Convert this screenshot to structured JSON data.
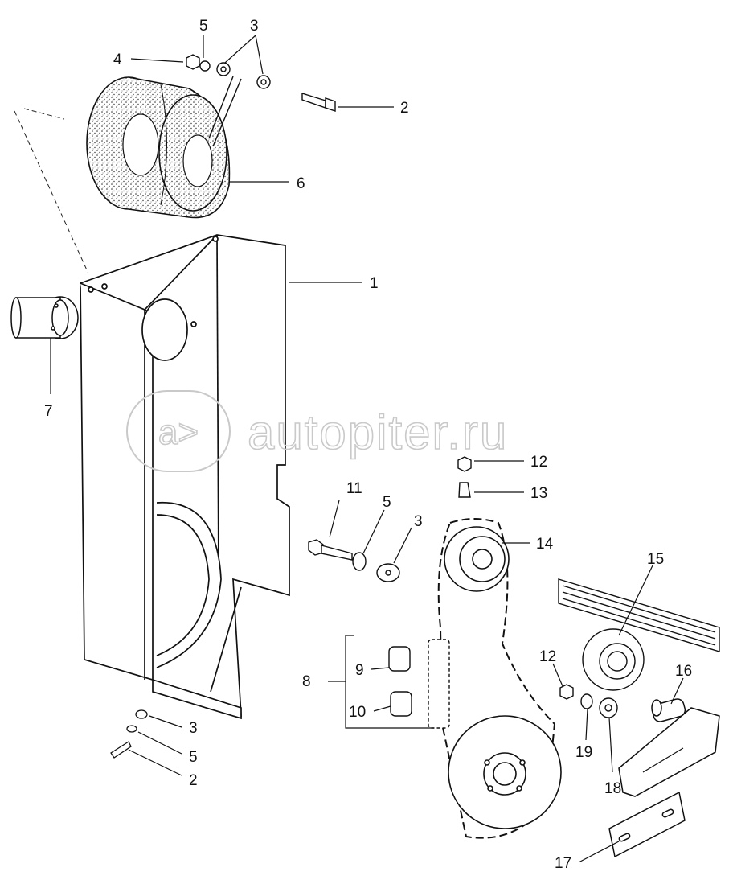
{
  "watermark": {
    "symbol": "a>",
    "text": "autopiter.ru"
  },
  "callouts": [
    {
      "id": "c-5-top",
      "label": "5"
    },
    {
      "id": "c-3-top",
      "label": "3"
    },
    {
      "id": "c-4",
      "label": "4"
    },
    {
      "id": "c-2-top",
      "label": "2"
    },
    {
      "id": "c-6",
      "label": "6"
    },
    {
      "id": "c-1",
      "label": "1"
    },
    {
      "id": "c-7",
      "label": "7"
    },
    {
      "id": "c-12-top",
      "label": "12"
    },
    {
      "id": "c-13",
      "label": "13"
    },
    {
      "id": "c-11",
      "label": "11"
    },
    {
      "id": "c-5-mid",
      "label": "5"
    },
    {
      "id": "c-3-mid",
      "label": "3"
    },
    {
      "id": "c-14",
      "label": "14"
    },
    {
      "id": "c-15",
      "label": "15"
    },
    {
      "id": "c-8",
      "label": "8"
    },
    {
      "id": "c-9",
      "label": "9"
    },
    {
      "id": "c-10",
      "label": "10"
    },
    {
      "id": "c-12-bot",
      "label": "12"
    },
    {
      "id": "c-16",
      "label": "16"
    },
    {
      "id": "c-19",
      "label": "19"
    },
    {
      "id": "c-18",
      "label": "18"
    },
    {
      "id": "c-3-bot",
      "label": "3"
    },
    {
      "id": "c-5-bot",
      "label": "5"
    },
    {
      "id": "c-2-bot",
      "label": "2"
    },
    {
      "id": "c-17",
      "label": "17"
    }
  ]
}
